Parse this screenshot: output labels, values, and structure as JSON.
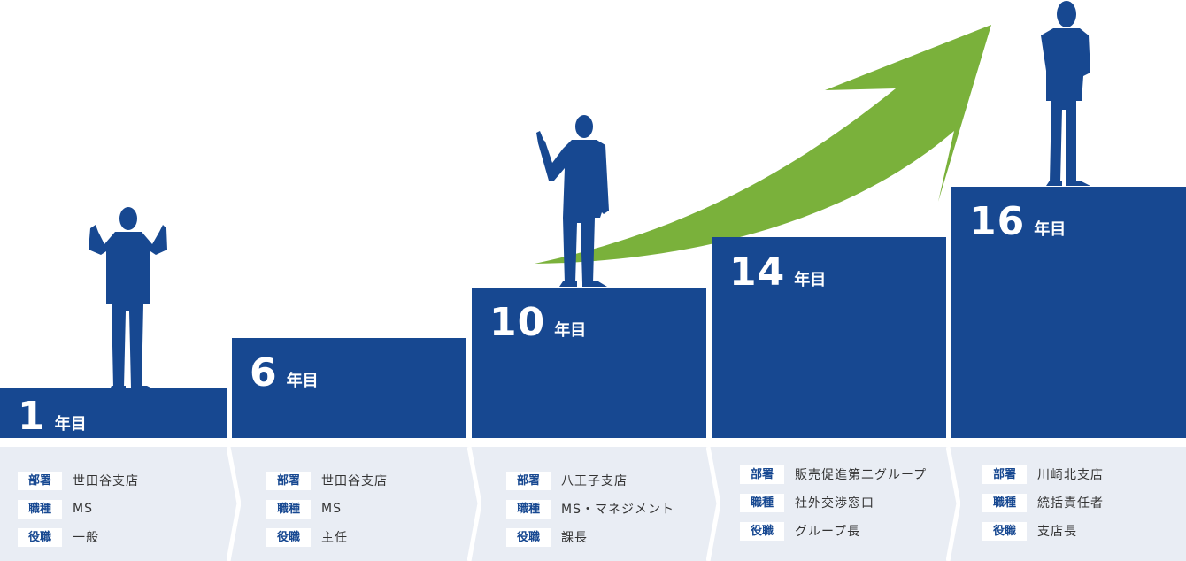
{
  "colors": {
    "step": "#174891",
    "arrow": "#7ab13b",
    "band": "#e9edf4",
    "tag_text": "#174891",
    "value_text": "#333333"
  },
  "unit_label": "年目",
  "steps": [
    {
      "year": "1"
    },
    {
      "year": "6"
    },
    {
      "year": "10"
    },
    {
      "year": "14"
    },
    {
      "year": "16"
    }
  ],
  "info": [
    {
      "rows": [
        {
          "tag": "部署",
          "value": "世田谷支店"
        },
        {
          "tag": "職種",
          "value": "MS"
        },
        {
          "tag": "役職",
          "value": "一般"
        }
      ]
    },
    {
      "rows": [
        {
          "tag": "部署",
          "value": "世田谷支店"
        },
        {
          "tag": "職種",
          "value": "MS"
        },
        {
          "tag": "役職",
          "value": "主任"
        }
      ]
    },
    {
      "rows": [
        {
          "tag": "部署",
          "value": "八王子支店"
        },
        {
          "tag": "職種",
          "value": "MS・マネジメント"
        },
        {
          "tag": "役職",
          "value": "課長"
        }
      ]
    },
    {
      "rows": [
        {
          "tag": "部署",
          "value": "販売促進第二グループ"
        },
        {
          "tag": "職種",
          "value": "社外交渉窓口"
        },
        {
          "tag": "役職",
          "value": "グループ長"
        }
      ]
    },
    {
      "rows": [
        {
          "tag": "部署",
          "value": "川崎北支店"
        },
        {
          "tag": "職種",
          "value": "統括責任者"
        },
        {
          "tag": "役職",
          "value": "支店長"
        }
      ]
    }
  ]
}
